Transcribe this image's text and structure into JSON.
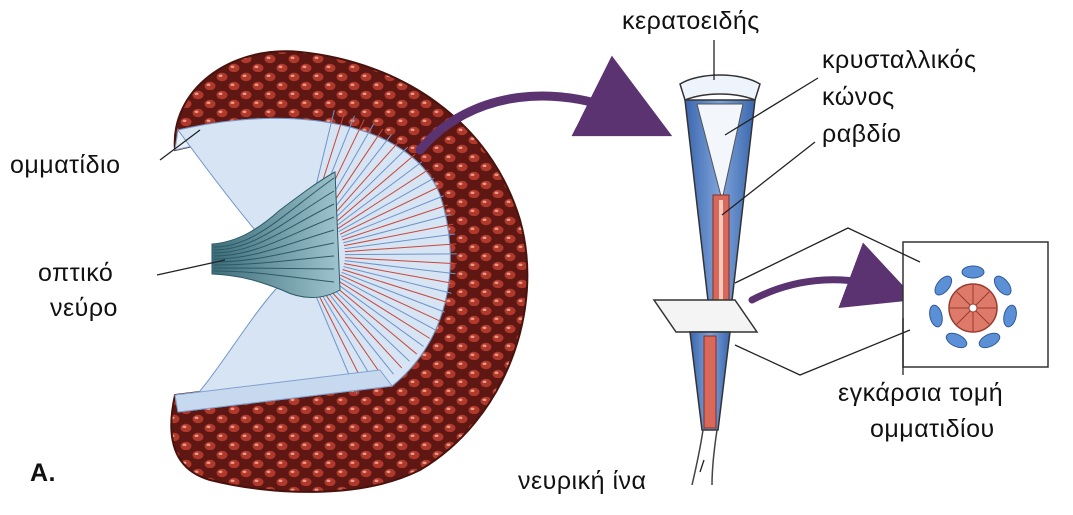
{
  "labels": {
    "panel_letter": "A.",
    "ommatidium": "ομματίδιο",
    "optic_nerve_line1": "οπτικό",
    "optic_nerve_line2": "νεύρο",
    "cornea": "κερατοειδής",
    "crystalline_cone_line1": "κρυσταλλικός",
    "crystalline_cone_line2": "κώνος",
    "rhabdom": "ραβδίο",
    "cross_section_line1": "εγκάρσια τομή",
    "cross_section_line2": "ομματιδίου",
    "nerve_fiber": "νευρική ίνα"
  },
  "colors": {
    "facet_red": "#b0392b",
    "facet_dark": "#5e1712",
    "cone_blue": "#4f7fc4",
    "light_blue": "#c9dcf2",
    "arrow_purple": "#5a3370",
    "line_dark": "#222222"
  }
}
